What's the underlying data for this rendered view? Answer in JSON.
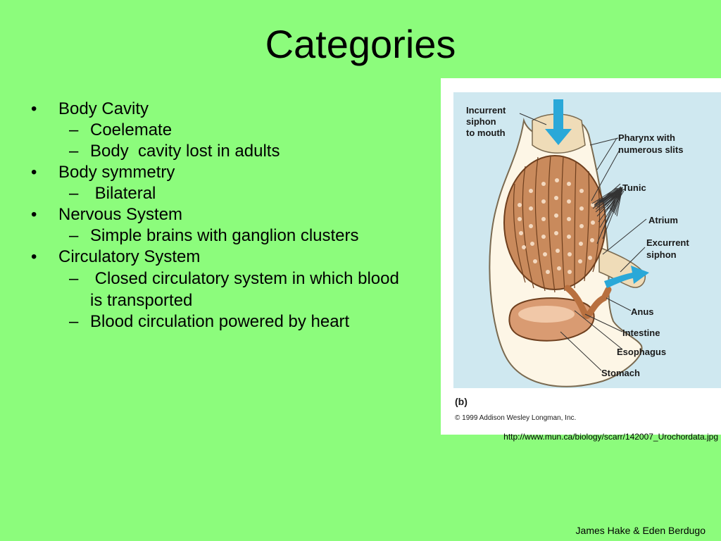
{
  "slide": {
    "title": "Categories",
    "author": "James Hake & Eden Berdugo"
  },
  "bullets": [
    {
      "text": "Body Cavity",
      "subs": [
        "Coelemate",
        "Body  cavity lost in adults"
      ]
    },
    {
      "text": "Body symmetry",
      "subs": [
        " Bilateral"
      ]
    },
    {
      "text": "Nervous System",
      "subs": [
        "Simple brains with ganglion clusters"
      ]
    },
    {
      "text": "Circulatory System",
      "subs": [
        " Closed circulatory system in which blood is transported",
        "Blood circulation powered by heart"
      ]
    }
  ],
  "figure": {
    "labels": {
      "incurrent_1": "Incurrent",
      "incurrent_2": "siphon",
      "incurrent_3": "to mouth",
      "pharynx_1": "Pharynx with",
      "pharynx_2": "numerous slits",
      "tunic": "Tunic",
      "atrium": "Atrium",
      "excurrent_1": "Excurrent",
      "excurrent_2": "siphon",
      "anus": "Anus",
      "intestine": "Intestine",
      "esophagus": "Esophagus",
      "stomach": "Stomach"
    },
    "panel_label": "(b)",
    "copyright": "© 1999 Addison Wesley Longman, Inc.",
    "source_url": "http://www.mun.ca/biology/scarr/142007_Urochordata.jpg",
    "colors": {
      "panel_bg": "#cfe8f0",
      "tunic_fill": "#fdf6e6",
      "siphon_fill": "#efdcb8",
      "pharynx_fill": "#c98a5c",
      "gut_fill": "#d99b72",
      "arrow_blue": "#2aa8d8"
    }
  }
}
